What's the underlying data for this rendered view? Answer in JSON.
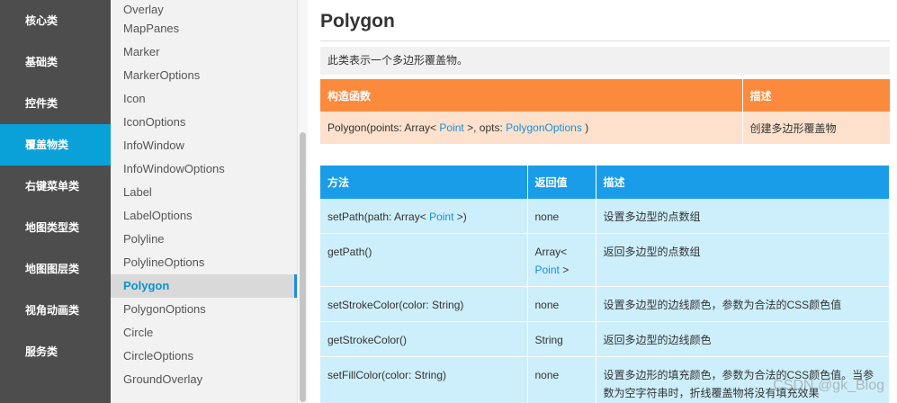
{
  "categories": [
    {
      "label": "核心类",
      "active": false
    },
    {
      "label": "基础类",
      "active": false
    },
    {
      "label": "控件类",
      "active": false
    },
    {
      "label": "覆盖物类",
      "active": true
    },
    {
      "label": "右键菜单类",
      "active": false
    },
    {
      "label": "地图类型类",
      "active": false
    },
    {
      "label": "地图图层类",
      "active": false
    },
    {
      "label": "视角动画类",
      "active": false
    },
    {
      "label": "服务类",
      "active": false
    }
  ],
  "classes": [
    {
      "label": "Overlay",
      "active": false
    },
    {
      "label": "MapPanes",
      "active": false
    },
    {
      "label": "Marker",
      "active": false
    },
    {
      "label": "MarkerOptions",
      "active": false
    },
    {
      "label": "Icon",
      "active": false
    },
    {
      "label": "IconOptions",
      "active": false
    },
    {
      "label": "InfoWindow",
      "active": false
    },
    {
      "label": "InfoWindowOptions",
      "active": false
    },
    {
      "label": "Label",
      "active": false
    },
    {
      "label": "LabelOptions",
      "active": false
    },
    {
      "label": "Polyline",
      "active": false
    },
    {
      "label": "PolylineOptions",
      "active": false
    },
    {
      "label": "Polygon",
      "active": true
    },
    {
      "label": "PolygonOptions",
      "active": false
    },
    {
      "label": "Circle",
      "active": false
    },
    {
      "label": "CircleOptions",
      "active": false
    },
    {
      "label": "GroundOverlay",
      "active": false
    }
  ],
  "main": {
    "title": "Polygon",
    "description": "此类表示一个多边形覆盖物。",
    "ctor_table": {
      "headers": [
        "构造函数",
        "描述"
      ],
      "row": {
        "sig_prefix": "Polygon(points: Array< ",
        "sig_link1": "Point",
        "sig_mid": " >, opts: ",
        "sig_link2": "PolygonOptions",
        "sig_suffix": " )",
        "desc": "创建多边形覆盖物"
      }
    },
    "method_table": {
      "headers": [
        "方法",
        "返回值",
        "描述"
      ],
      "rows": [
        {
          "pre": "setPath(path: Array< ",
          "link": "Point",
          "post": " >)",
          "ret_pre": "none",
          "ret_link": "",
          "ret_post": "",
          "desc": "设置多边型的点数组"
        },
        {
          "pre": "getPath()",
          "link": "",
          "post": "",
          "ret_pre": "Array<",
          "ret_link": "Point",
          "ret_post": " >",
          "desc": "返回多边型的点数组"
        },
        {
          "pre": "setStrokeColor(color: String)",
          "link": "",
          "post": "",
          "ret_pre": "none",
          "ret_link": "",
          "ret_post": "",
          "desc": "设置多边型的边线颜色，参数为合法的CSS颜色值"
        },
        {
          "pre": "getStrokeColor()",
          "link": "",
          "post": "",
          "ret_pre": "String",
          "ret_link": "",
          "ret_post": "",
          "desc": "返回多边型的边线颜色"
        },
        {
          "pre": "setFillColor(color: String)",
          "link": "",
          "post": "",
          "ret_pre": "none",
          "ret_link": "",
          "ret_post": "",
          "desc": "设置多边形的填充颜色，参数为合法的CSS颜色值。当参数为空字符串时，折线覆盖物将没有填充效果"
        }
      ]
    }
  },
  "watermark": "CSDN @gk_Blog",
  "colors": {
    "sidebar_bg": "#4d4d4d",
    "accent_blue": "#0aa1d8",
    "ctor_header": "#fb8a3c",
    "ctor_row": "#fde1cc",
    "method_header": "#1a9de8",
    "method_row": "#cdeefb",
    "link": "#1a8fdb"
  }
}
